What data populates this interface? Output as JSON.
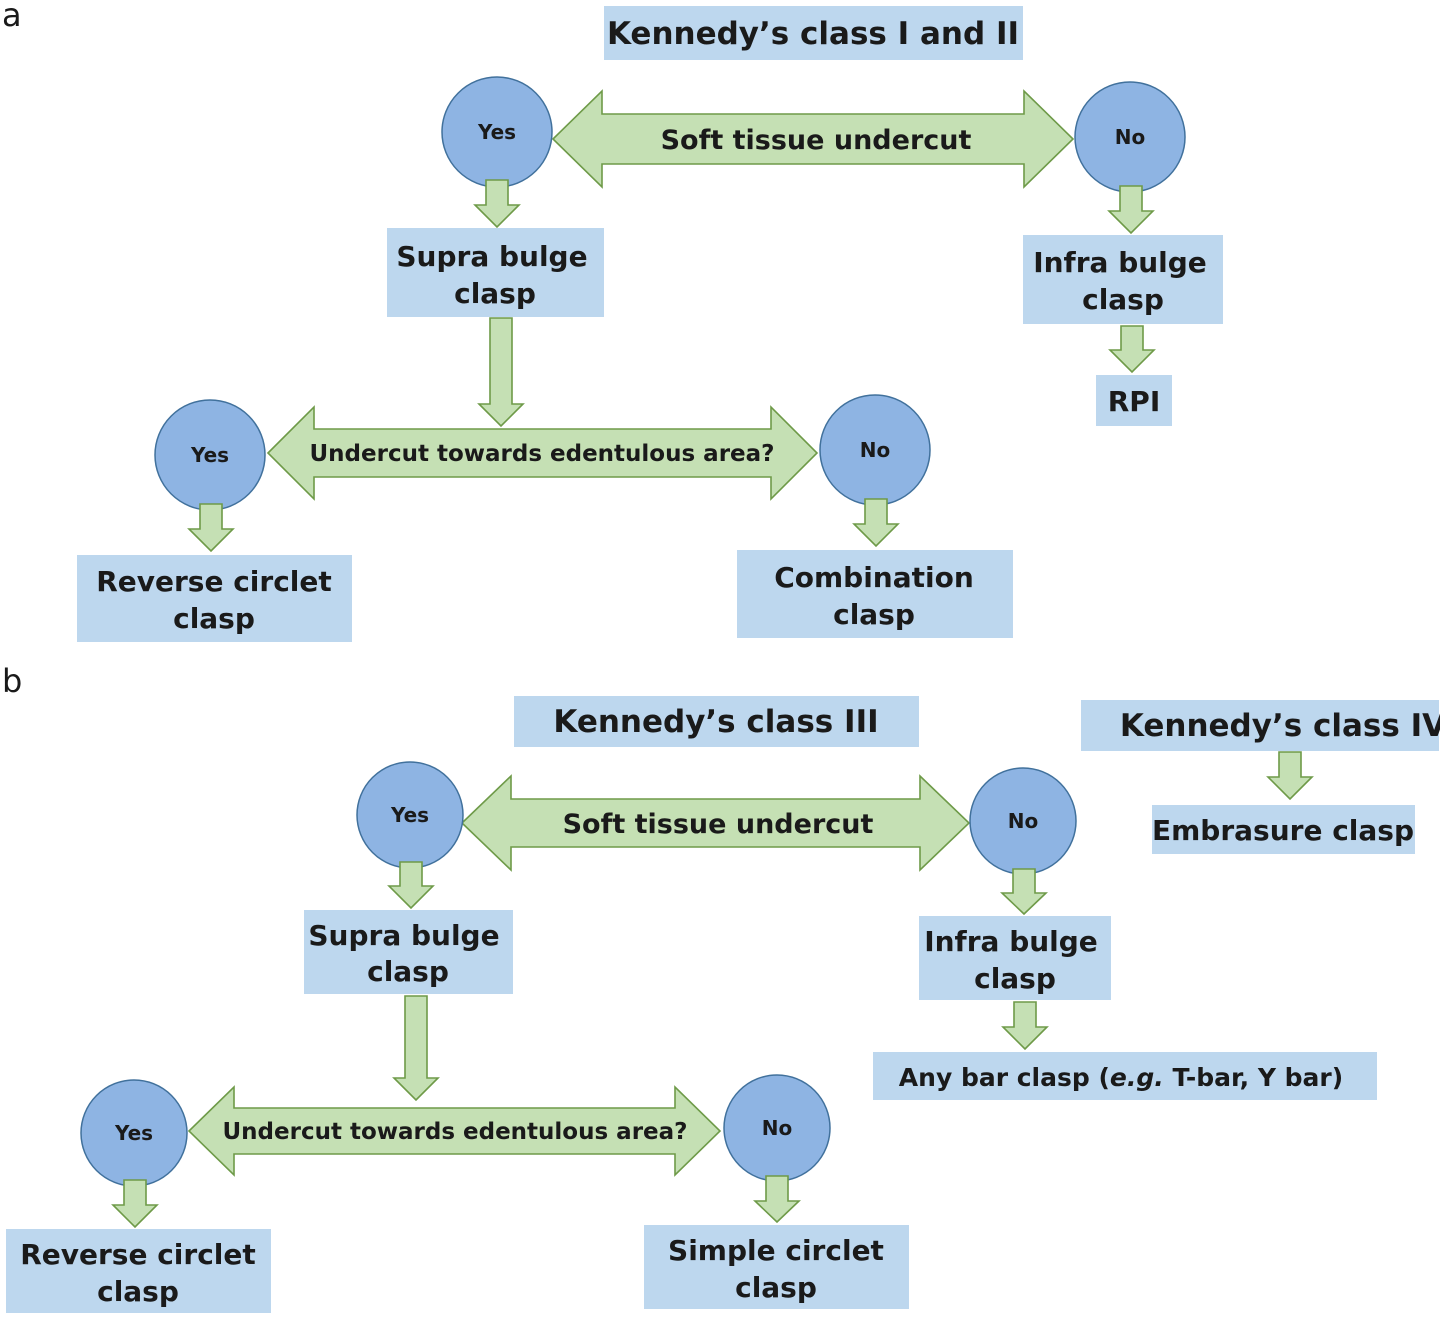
{
  "panels": {
    "a": {
      "letter": "a",
      "title": "Kennedy’s class I and II",
      "soft_tissue_label": "Soft tissue undercut",
      "yes1": "Yes",
      "no1": "No",
      "supra_line1": "Supra bulge",
      "supra_line2": "clasp",
      "infra_line1": "Infra bulge",
      "infra_line2": "clasp",
      "rpi": "RPI",
      "undercut_label": "Undercut towards edentulous area?",
      "yes2": "Yes",
      "no2": "No",
      "reverse_line1": "Reverse circlet",
      "reverse_line2": "clasp",
      "combination_line1": "Combination",
      "combination_line2": "clasp"
    },
    "b": {
      "letter": "b",
      "title_iii": "Kennedy’s class III",
      "title_iv": "Kennedy’s class IV",
      "embrasure": "Embrasure clasp",
      "soft_tissue_label": "Soft tissue undercut",
      "yes1": "Yes",
      "no1": "No",
      "supra_line1": "Supra bulge",
      "supra_line2": "clasp",
      "infra_line1": "Infra bulge",
      "infra_line2": "clasp",
      "bar_prefix": "Any bar clasp (",
      "bar_eg": "e.g.",
      "bar_suffix": " T-bar, Y bar)",
      "undercut_label": "Undercut towards edentulous area?",
      "yes2": "Yes",
      "no2": "No",
      "reverse_line1": "Reverse circlet",
      "reverse_line2": "clasp",
      "simple_line1": "Simple circlet",
      "simple_line2": "clasp"
    }
  },
  "colors": {
    "box_fill": "#bdd7ee",
    "node_fill": "#8eb4e3",
    "node_stroke": "#41719c",
    "arrow_fill": "#c5e0b4",
    "arrow_stroke": "#6e9a48"
  }
}
